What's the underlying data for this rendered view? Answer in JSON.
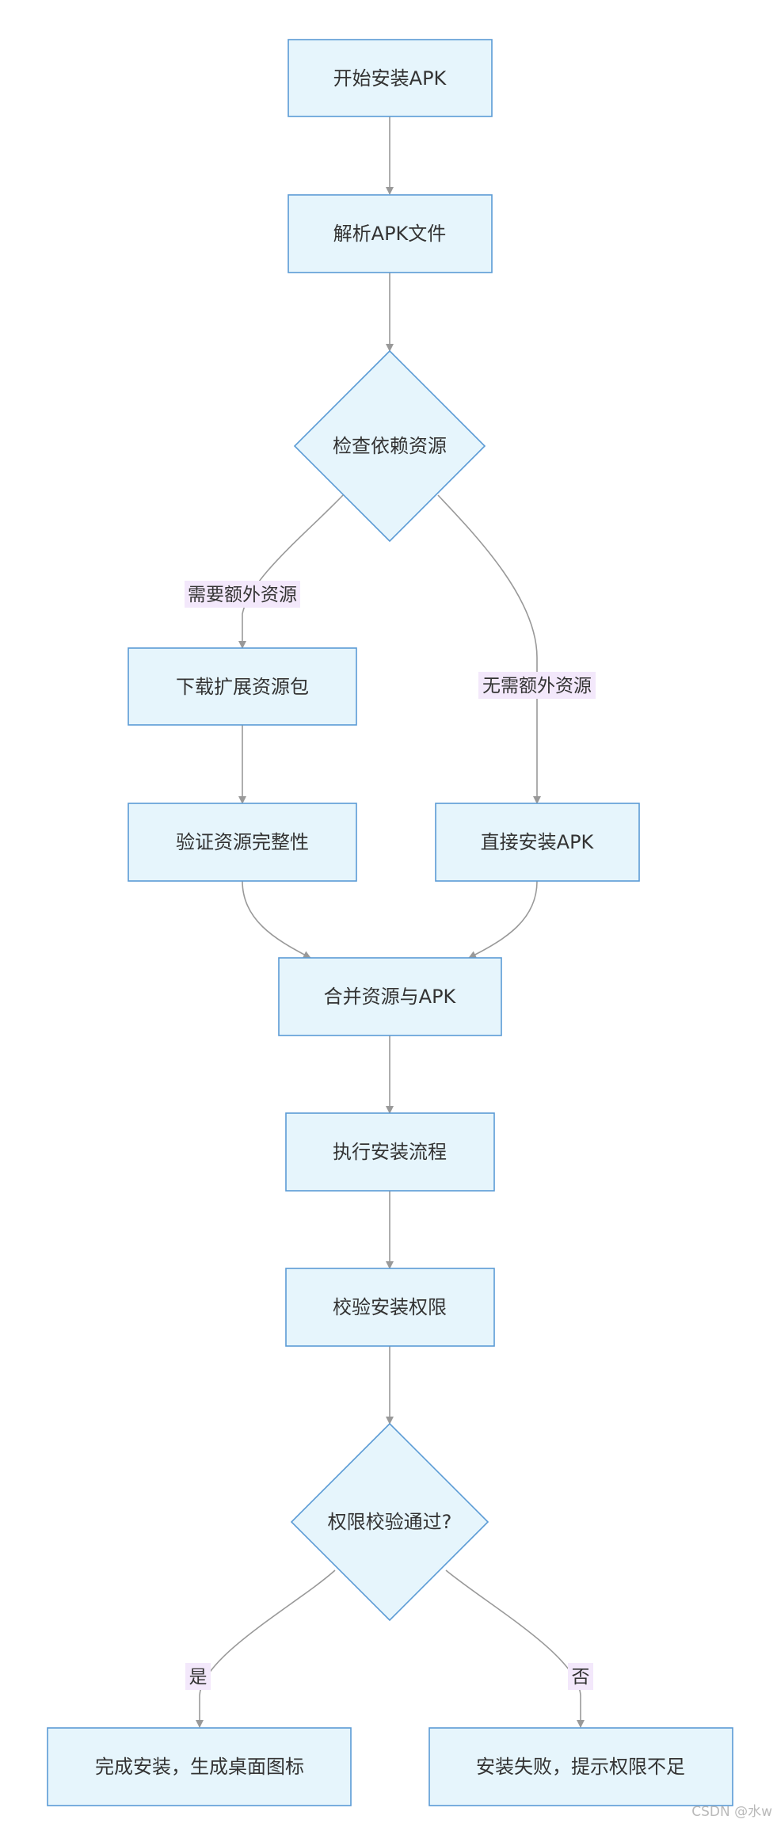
{
  "diagram": {
    "nodes": {
      "start": "开始安装APK",
      "parse": "解析APK文件",
      "check_deps": "检查依赖资源",
      "download": "下载扩展资源包",
      "verify": "验证资源完整性",
      "direct_install": "直接安装APK",
      "merge": "合并资源与APK",
      "execute": "执行安装流程",
      "check_perm": "校验安装权限",
      "perm_pass": "权限校验通过?",
      "success": "完成安装，生成桌面图标",
      "fail": "安装失败，提示权限不足"
    },
    "edges": {
      "need_extra": "需要额外资源",
      "no_extra": "无需额外资源",
      "yes": "是",
      "no": "否"
    }
  },
  "watermark": "CSDN @水w",
  "colors": {
    "node_fill": "#e6f5fc",
    "node_stroke": "#5b9bd5",
    "edge": "#999999",
    "label_bg": "#f3e8fb"
  }
}
